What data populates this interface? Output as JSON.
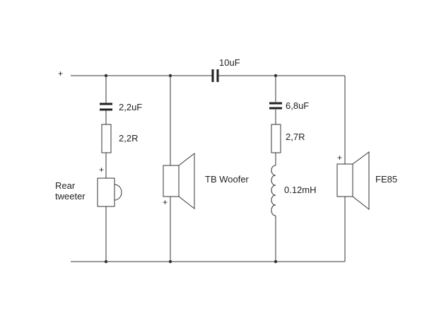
{
  "terminals": {
    "plus": "+"
  },
  "series_cap": {
    "label": "10uF"
  },
  "tweeter_branch": {
    "cap_label": "2,2uF",
    "res_label": "2,2R",
    "speaker_label_line1": "Rear",
    "speaker_label_line2": "tweeter",
    "polarity": "+"
  },
  "woofer_branch": {
    "speaker_label": "TB Woofer",
    "polarity": "+"
  },
  "notch_branch": {
    "cap_label": "6,8uF",
    "res_label": "2,7R",
    "ind_label": "0.12mH"
  },
  "fullrange_branch": {
    "speaker_label": "FE85",
    "polarity": "+"
  }
}
